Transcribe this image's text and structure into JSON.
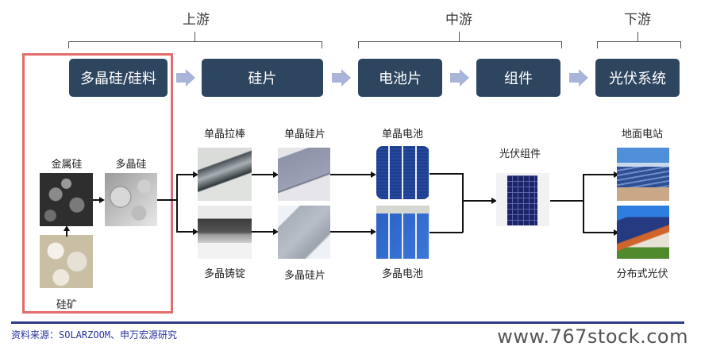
{
  "stages": {
    "upstream": "上游",
    "midstream": "中游",
    "downstream": "下游"
  },
  "chain_boxes": [
    {
      "label": "多晶硅/硅料"
    },
    {
      "label": "硅片"
    },
    {
      "label": "电池片"
    },
    {
      "label": "组件"
    },
    {
      "label": "光伏系统"
    }
  ],
  "process": {
    "metal_silicon": "金属硅",
    "polysilicon": "多晶硅",
    "silica_ore": "硅矿",
    "mono_ingot": "单晶拉棒",
    "multi_ingot": "多晶铸锭",
    "mono_wafer": "单晶硅片",
    "multi_wafer": "多晶硅片",
    "mono_cell": "单晶电池",
    "multi_cell": "多晶电池",
    "pv_module": "光伏组件",
    "ground_station": "地面电站",
    "distributed_pv": "分布式光伏"
  },
  "footer": {
    "source": "资料来源：SOLARZOOM、申万宏源研究",
    "watermark": "www.767stock.com"
  },
  "colors": {
    "box_fill": "#2e4560",
    "chevron": "#a9b4d9",
    "highlight_border": "#e36b6b",
    "footer_rule": "#2e3a8c",
    "source_text": "#2a35a0"
  }
}
